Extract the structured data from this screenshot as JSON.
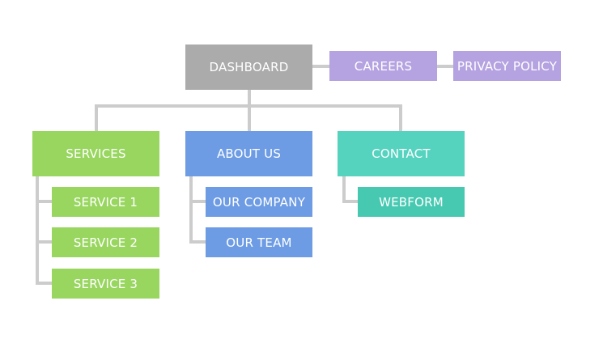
{
  "sitemap": {
    "root": {
      "label": "DASHBOARD"
    },
    "top_links": [
      {
        "label": "CAREERS"
      },
      {
        "label": "PRIVACY POLICY"
      }
    ],
    "sections": [
      {
        "label": "SERVICES",
        "children": [
          {
            "label": "SERVICE 1"
          },
          {
            "label": "SERVICE 2"
          },
          {
            "label": "SERVICE 3"
          }
        ]
      },
      {
        "label": "ABOUT US",
        "children": [
          {
            "label": "OUR COMPANY"
          },
          {
            "label": "OUR TEAM"
          }
        ]
      },
      {
        "label": "CONTACT",
        "children": [
          {
            "label": "WEBFORM"
          }
        ]
      }
    ]
  },
  "colors": {
    "root": "#ababab",
    "top_links": "#b5a2e1",
    "services": "#98d65f",
    "about": "#6d9ce4",
    "contact": "#55d3bf",
    "connector": "#cccccc"
  }
}
